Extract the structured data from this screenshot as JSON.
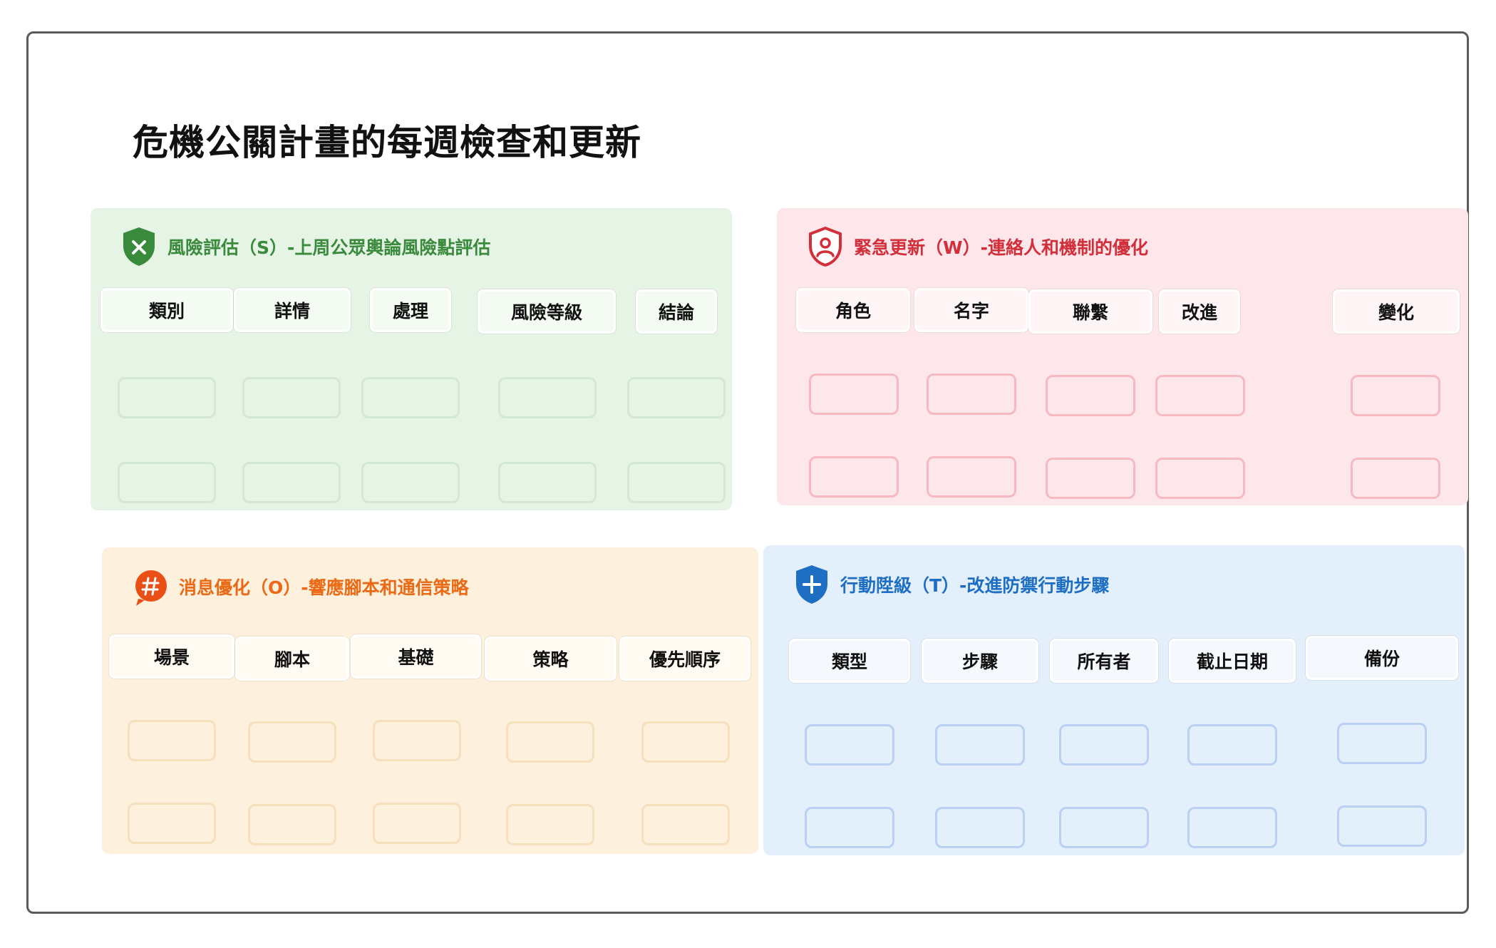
{
  "title": "危機公關計畫的每週檢查和更新",
  "panels": {
    "s": {
      "title": "風險評估（S）-上周公眾輿論風險點評估",
      "icon": "shield-x-icon",
      "color": "#3a8a3c",
      "columns": [
        "類別",
        "詳情",
        "處理",
        "風險等級",
        "結論"
      ]
    },
    "w": {
      "title": "緊急更新（W）-連絡人和機制的優化",
      "icon": "person-shield-icon",
      "color": "#d22f3b",
      "columns": [
        "角色",
        "名字",
        "聯繫",
        "改進",
        "變化"
      ]
    },
    "o": {
      "title": "消息優化（O）-響應腳本和通信策略",
      "icon": "hash-bubble-icon",
      "color": "#ea6a16",
      "columns": [
        "場景",
        "腳本",
        "基礎",
        "策略",
        "優先順序"
      ]
    },
    "t": {
      "title": "行動陞級（T）-改進防禦行動步驟",
      "icon": "shield-plus-icon",
      "color": "#1e6fc4",
      "columns": [
        "類型",
        "步驟",
        "所有者",
        "截止日期",
        "備份"
      ]
    }
  }
}
